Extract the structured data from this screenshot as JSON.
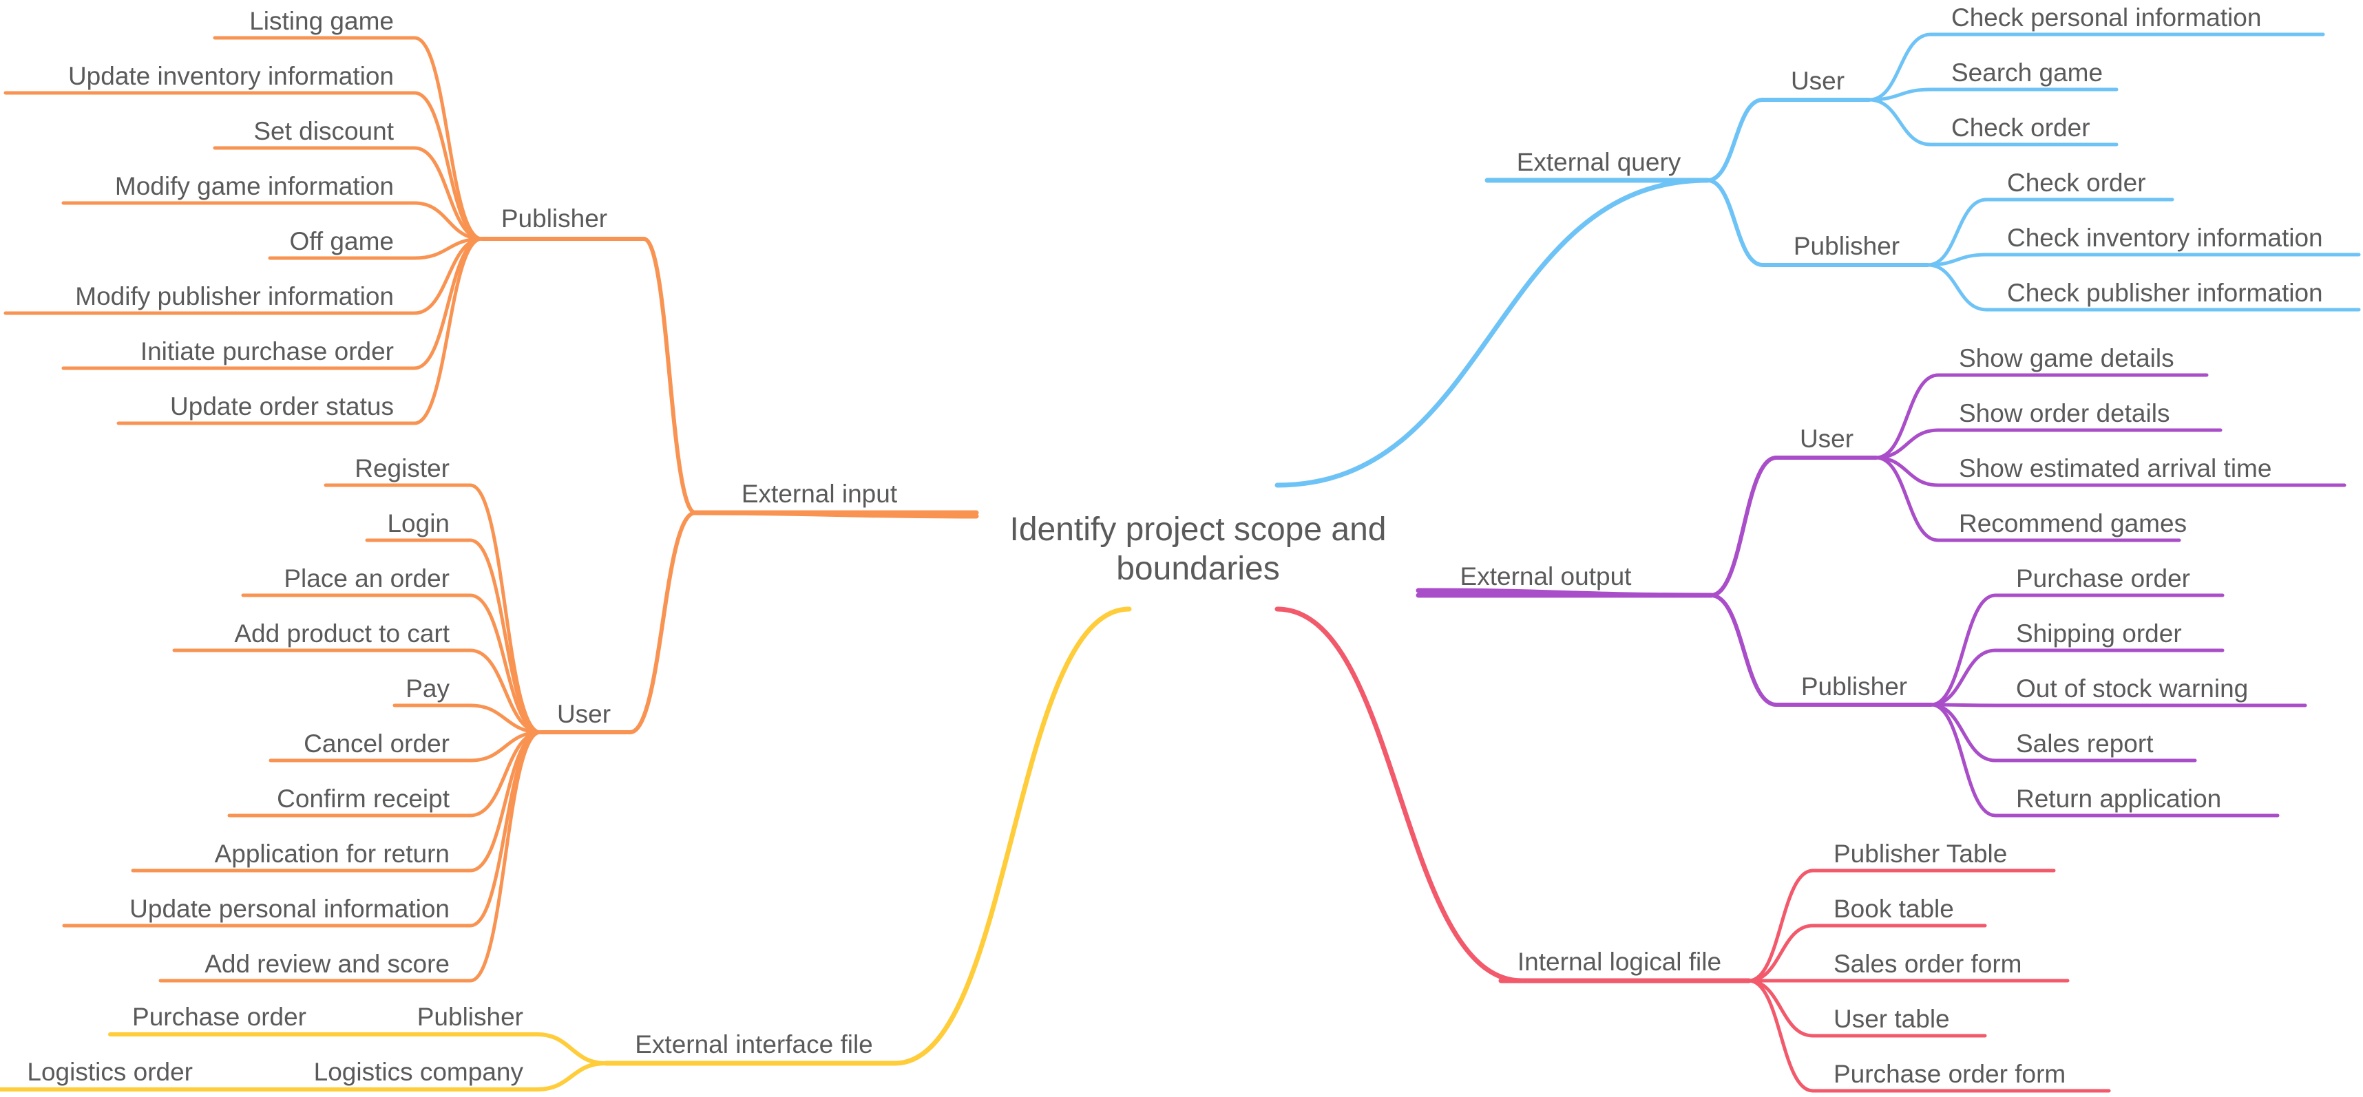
{
  "center": {
    "lines": [
      "Identify project scope and",
      "boundaries"
    ]
  },
  "colors": {
    "external_input": "#F99352",
    "external_interface_file": "#FFCC3A",
    "external_query": "#6EC3F6",
    "external_output": "#A94DC9",
    "internal_logical_file": "#F2596B"
  },
  "branches": {
    "external_input": {
      "label": "External input",
      "groups": {
        "publisher": {
          "label": "Publisher",
          "items": [
            "Listing game",
            "Update inventory information",
            "Set discount",
            "Modify game information",
            "Off game",
            "Modify publisher information",
            "Initiate purchase order",
            "Update order status"
          ]
        },
        "user": {
          "label": "User",
          "items": [
            "Register",
            "Login",
            "Place an order",
            "Add product to cart",
            "Pay",
            "Cancel order",
            "Confirm receipt",
            "Application for return",
            "Update personal information",
            "Add review and score"
          ]
        }
      }
    },
    "external_interface_file": {
      "label": "External interface file",
      "groups": {
        "publisher": {
          "label": "Publisher",
          "items": [
            "Purchase order"
          ]
        },
        "logistics": {
          "label": "Logistics company",
          "items": [
            "Logistics order"
          ]
        }
      }
    },
    "external_query": {
      "label": "External query",
      "groups": {
        "user": {
          "label": "User",
          "items": [
            "Check personal information",
            "Search game",
            "Check order"
          ]
        },
        "publisher": {
          "label": "Publisher",
          "items": [
            "Check order",
            "Check inventory information",
            "Check publisher information"
          ]
        }
      }
    },
    "external_output": {
      "label": "External output",
      "groups": {
        "user": {
          "label": "User",
          "items": [
            "Show game details",
            "Show order details",
            "Show estimated arrival time",
            "Recommend games"
          ]
        },
        "publisher": {
          "label": "Publisher",
          "items": [
            "Purchase order",
            "Shipping order",
            "Out of stock warning",
            "Sales report",
            "Return application"
          ]
        }
      }
    },
    "internal_logical_file": {
      "label": "Internal logical file",
      "items": [
        "Publisher Table",
        "Book table",
        "Sales order form",
        "User table",
        "Purchase order form"
      ]
    }
  }
}
